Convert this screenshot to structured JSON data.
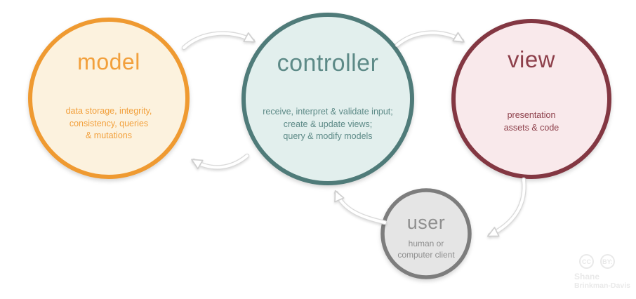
{
  "nodes": {
    "model": {
      "title": "model",
      "description": "data storage, integrity,\nconsistency, queries\n& mutations",
      "border_color": "#ef9a31",
      "fill_color": "#fcf2de",
      "text_color": "#f2a03c"
    },
    "controller": {
      "title": "controller",
      "description": "receive, interpret & validate input;\ncreate & update views;\nquery & modify models",
      "border_color": "#4f7b79",
      "fill_color": "#e2efed",
      "text_color": "#5d8a87"
    },
    "view": {
      "title": "view",
      "description": "presentation\nassets & code",
      "border_color": "#833742",
      "fill_color": "#f9e9eb",
      "text_color": "#8d3f4a"
    },
    "user": {
      "title": "user",
      "description": "human or\ncomputer client",
      "border_color": "#7d7d7d",
      "fill_color": "#e5e5e5",
      "text_color": "#8f8f8f"
    }
  },
  "edges": [
    {
      "from": "model",
      "to": "controller"
    },
    {
      "from": "controller",
      "to": "view"
    },
    {
      "from": "controller",
      "to": "model"
    },
    {
      "from": "user",
      "to": "controller"
    },
    {
      "from": "view",
      "to": "user"
    }
  ],
  "attribution": {
    "license_badges": [
      "CC",
      "BY:"
    ],
    "author_line1": "Shane",
    "author_line2": "Brinkman-Davis",
    "color": "#e9e9e9"
  }
}
